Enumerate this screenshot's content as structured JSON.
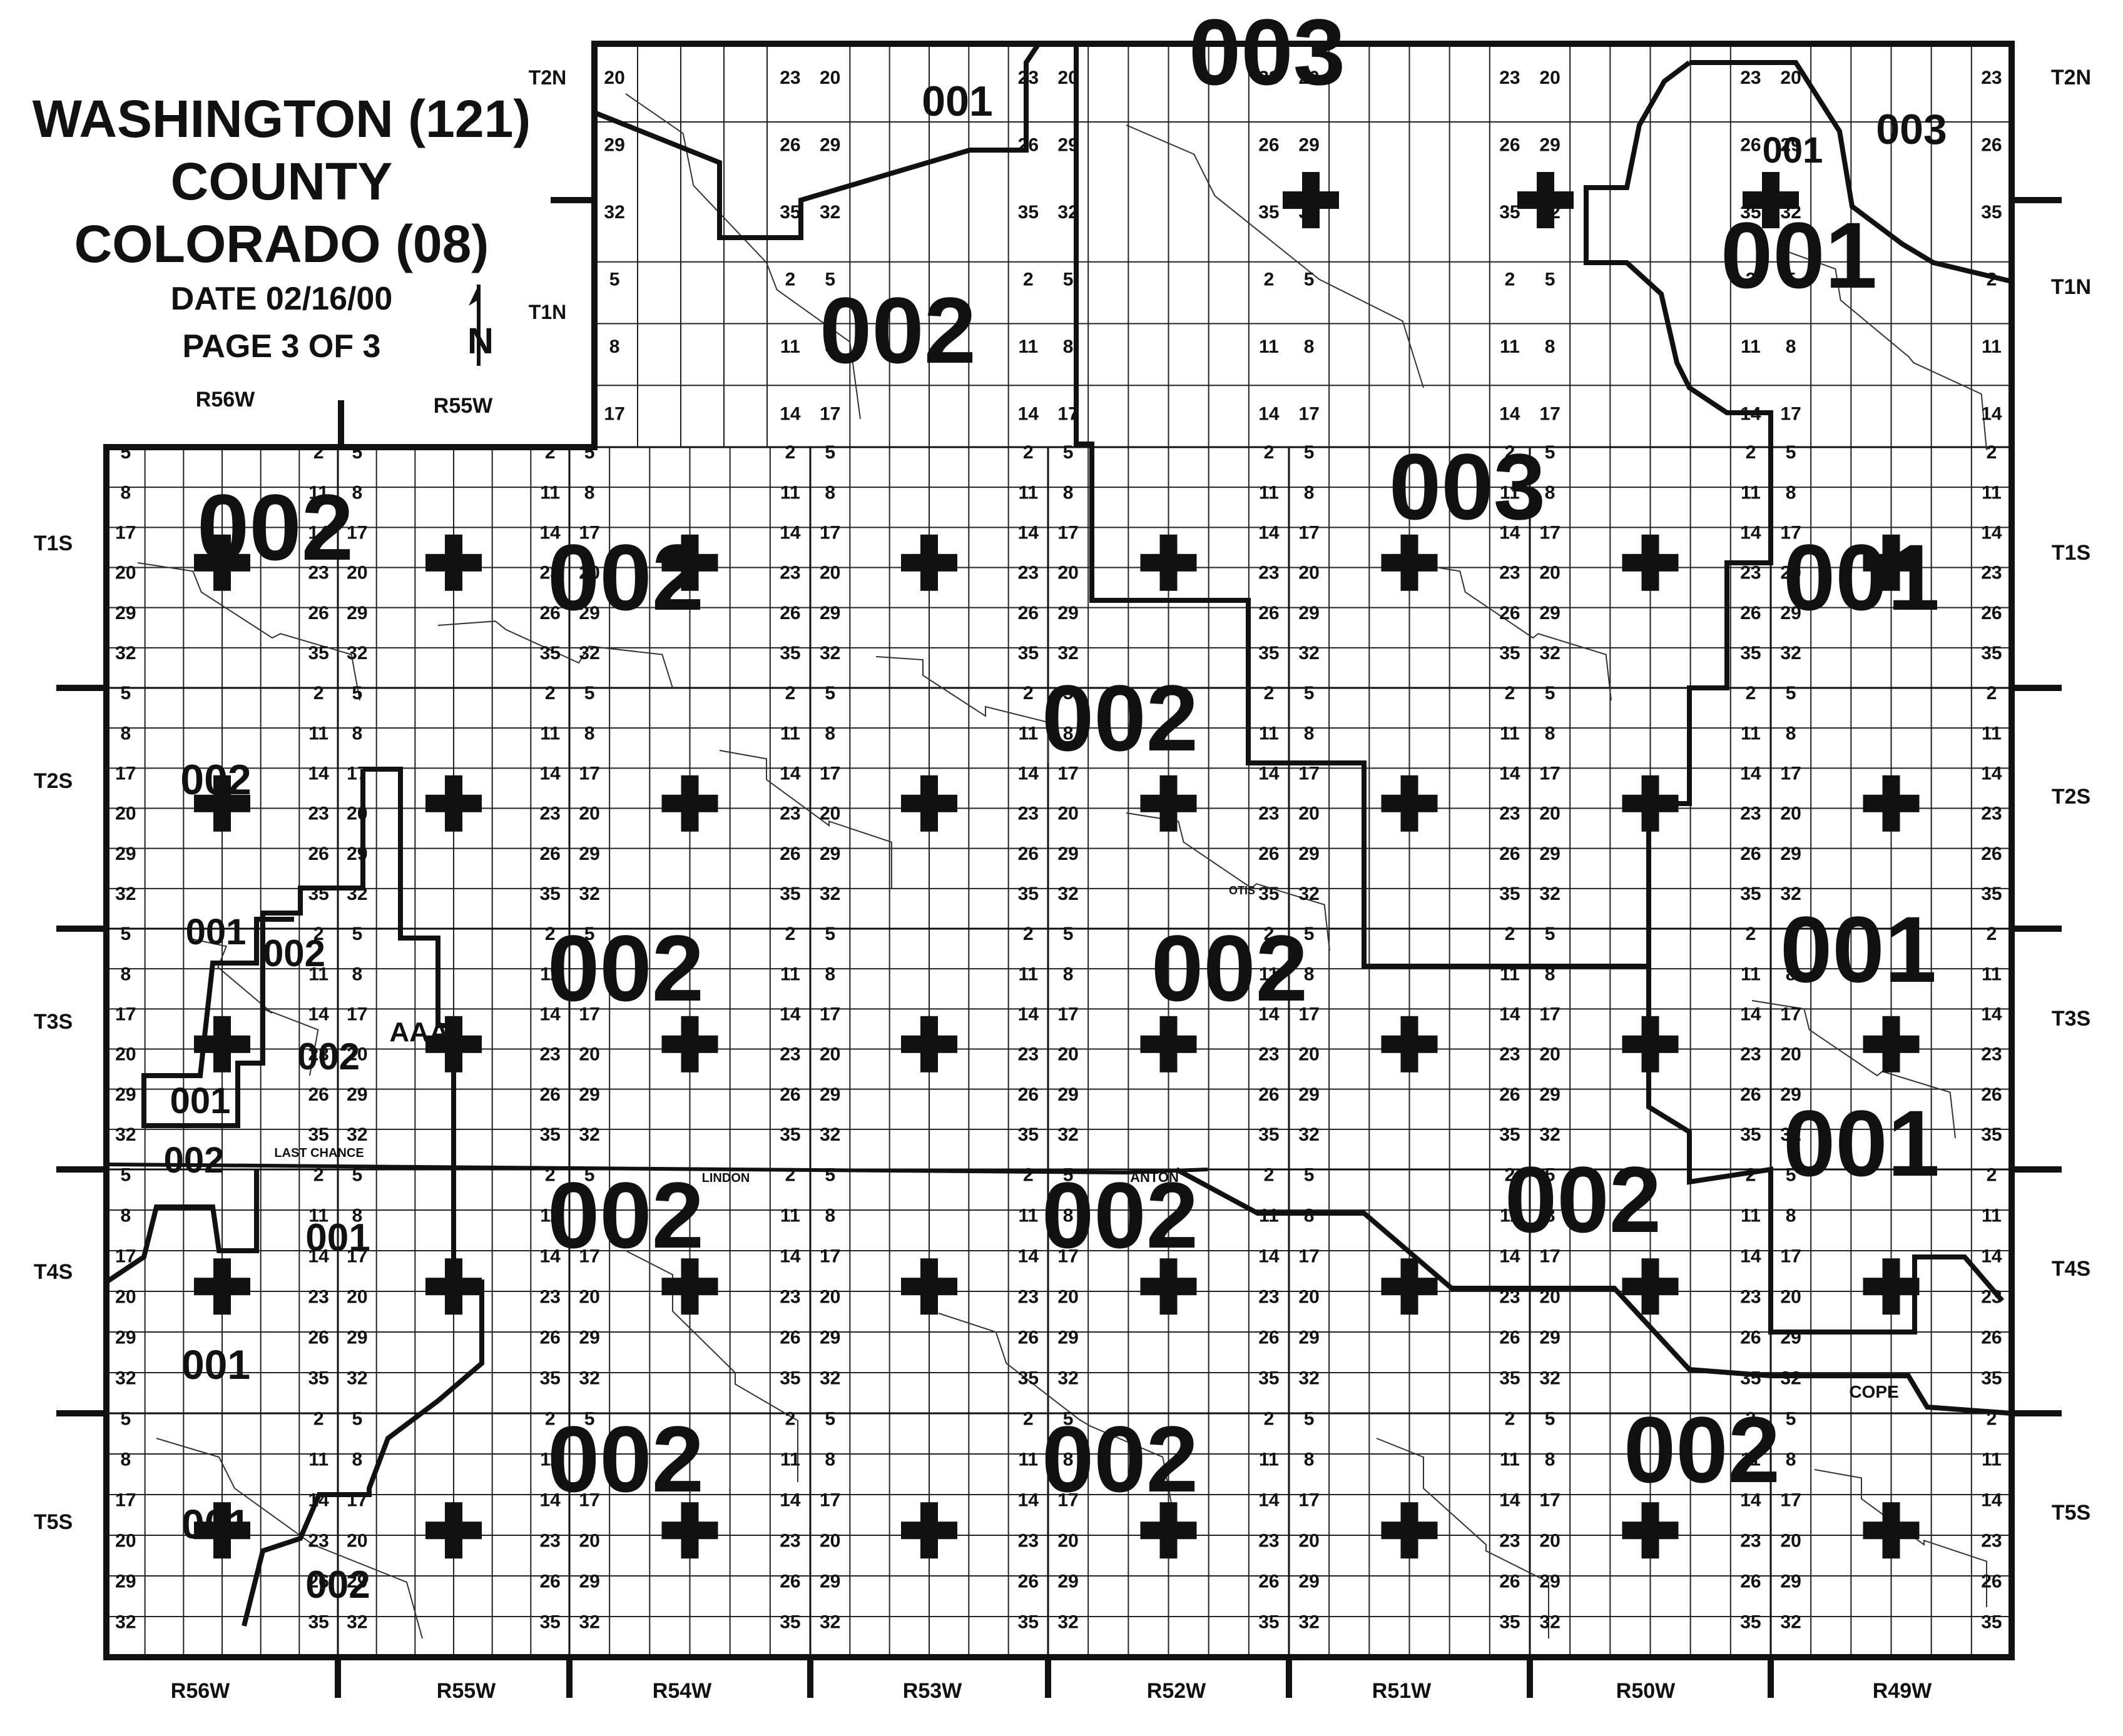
{
  "title": {
    "line1": "WASHINGTON (121)",
    "line2": "COUNTY",
    "line3": "COLORADO (08)",
    "date": "DATE 02/16/00",
    "page": "PAGE 3 OF 3"
  },
  "north_arrow": {
    "label": "N",
    "icon": "north-arrow-icon"
  },
  "townships": [
    "T2N",
    "T1N",
    "T1S",
    "T2S",
    "T3S",
    "T4S",
    "T5S"
  ],
  "ranges_bottom": [
    "R56W",
    "R55W",
    "R54W",
    "R53W",
    "R52W",
    "R51W",
    "R50W",
    "R49W"
  ],
  "ranges_top": [
    "R56W",
    "R55W"
  ],
  "section_numbers": [
    "5",
    "2",
    "8",
    "11",
    "17",
    "14",
    "20",
    "23",
    "29",
    "26",
    "32",
    "35"
  ],
  "place_names": [
    "AAA",
    "COPE",
    "ANTON",
    "LINDON",
    "LAST CHANCE",
    "OTIS"
  ],
  "zones": [
    {
      "code": "002",
      "big": true
    },
    {
      "code": "003",
      "big": true
    },
    {
      "code": "001",
      "big": true
    }
  ],
  "colors": {
    "ink": "#111111",
    "paper": "#ffffff",
    "grid": "#222222"
  }
}
